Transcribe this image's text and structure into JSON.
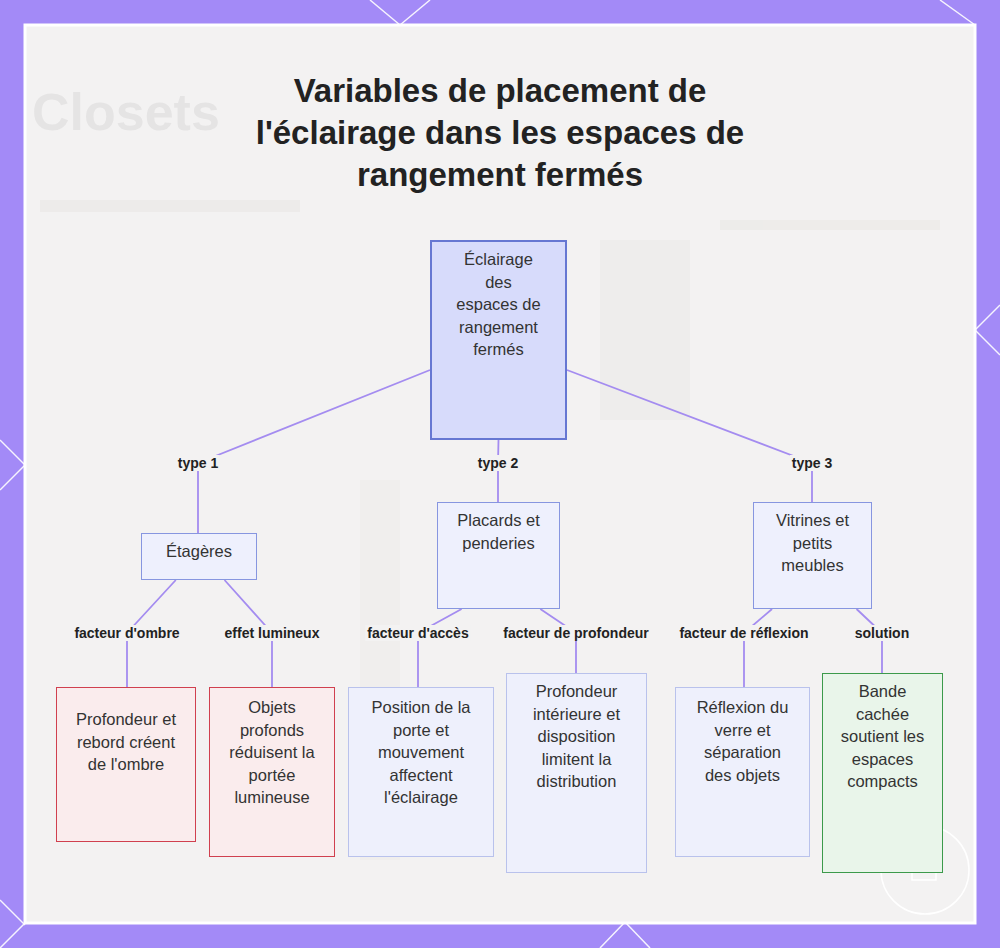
{
  "diagram": {
    "title": "Variables de placement de l'éclairage dans les espaces de rangement fermés",
    "nodes": [
      {
        "text": [
          "Éclairage des espaces de rangement fermés"
        ]
      },
      {
        "text": [
          "Étagères"
        ]
      },
      {
        "text": [
          "Placards et penderies"
        ]
      },
      {
        "text": [
          "Vitrines et petits meubles"
        ]
      },
      {
        "text": [
          "Profondeur et rebord créent de l'ombre"
        ]
      },
      {
        "text": [
          "Objets profonds réduisent la portée lumineuse"
        ]
      },
      {
        "text": [
          "Position de la porte et mouvement affectent l'éclairage"
        ]
      },
      {
        "text": [
          "Profondeur intérieure et disposition limitent la distribution"
        ]
      },
      {
        "text": [
          "Réflexion du verre et séparation des objets"
        ]
      },
      {
        "text": [
          "Bande cachée soutient les espaces compacts"
        ]
      }
    ],
    "edges": [
      {
        "from": 0,
        "to": 1,
        "arrow": "none",
        "label": "type 1"
      },
      {
        "from": 0,
        "to": 2,
        "arrow": "none",
        "label": "type 2"
      },
      {
        "from": 0,
        "to": 3,
        "arrow": "none",
        "label": "type 3"
      },
      {
        "from": 1,
        "to": 4,
        "arrow": "none",
        "label": "facteur d'ombre"
      },
      {
        "from": 1,
        "to": 5,
        "arrow": "none",
        "label": "effet lumineux"
      },
      {
        "from": 2,
        "to": 6,
        "arrow": "none",
        "label": "facteur d'accès"
      },
      {
        "from": 2,
        "to": 7,
        "arrow": "none",
        "label": "facteur de profondeur"
      },
      {
        "from": 3,
        "to": 8,
        "arrow": "none",
        "label": "facteur de réflexion"
      },
      {
        "from": 3,
        "to": 9,
        "arrow": "none",
        "label": "solution"
      }
    ],
    "labels": [
      "Closets"
    ]
  }
}
